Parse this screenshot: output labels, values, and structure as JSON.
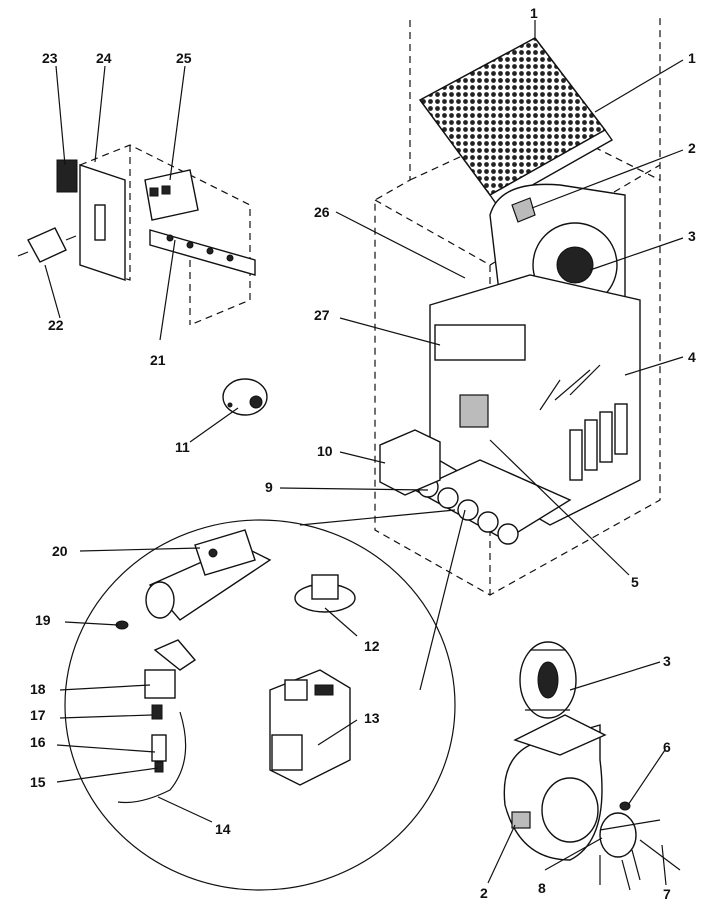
{
  "callouts": [
    "1",
    "2",
    "3",
    "4",
    "5",
    "6",
    "7",
    "8",
    "9",
    "10",
    "11",
    "12",
    "13",
    "14",
    "15",
    "16",
    "17",
    "18",
    "19",
    "20",
    "21",
    "22",
    "23",
    "24",
    "25",
    "26",
    "27",
    "2",
    "3"
  ]
}
